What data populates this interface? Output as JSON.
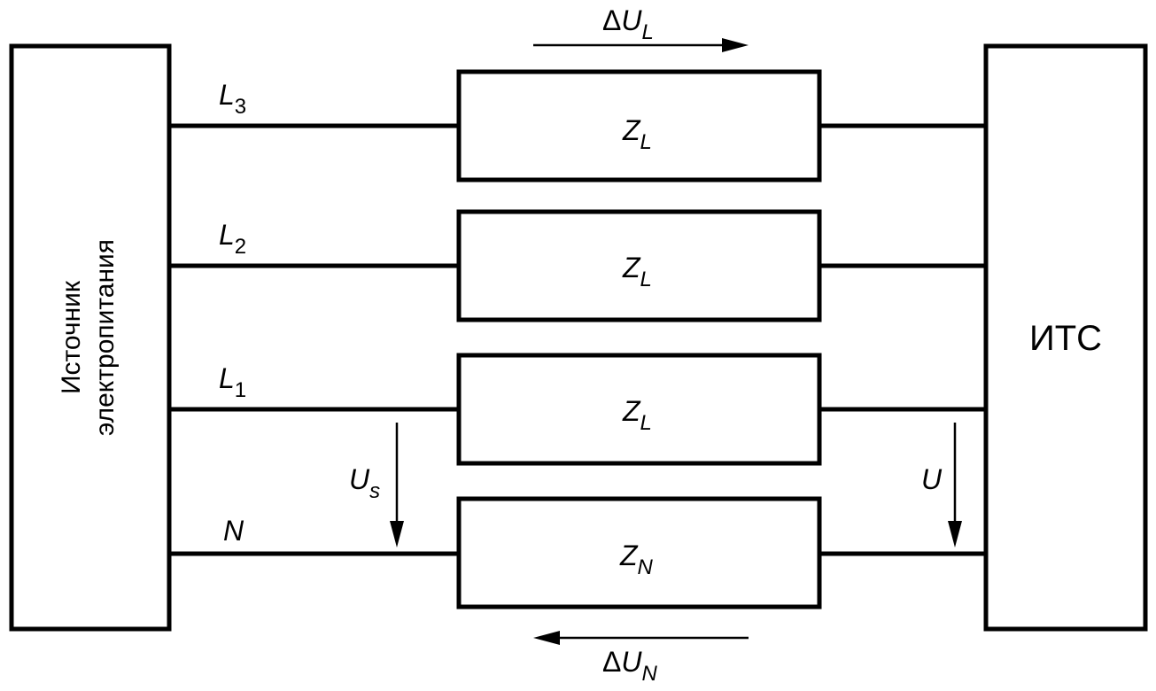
{
  "source_block": {
    "line1": "Источник",
    "line2": "электропитания"
  },
  "load_block": {
    "label": "ИТС"
  },
  "conductors": [
    {
      "symbol": "L",
      "index": "3",
      "impedance": "Z",
      "impedance_sub": "L"
    },
    {
      "symbol": "L",
      "index": "2",
      "impedance": "Z",
      "impedance_sub": "L"
    },
    {
      "symbol": "L",
      "index": "1",
      "impedance": "Z",
      "impedance_sub": "L"
    },
    {
      "symbol": "N",
      "index": "",
      "impedance": "Z",
      "impedance_sub": "N"
    }
  ],
  "voltages": {
    "delta_l": {
      "delta": "Δ",
      "symbol": "U",
      "sub": "L"
    },
    "delta_n": {
      "delta": "Δ",
      "symbol": "U",
      "sub": "N"
    },
    "source": {
      "symbol": "U",
      "sub": "s"
    },
    "load": {
      "symbol": "U",
      "sub": ""
    }
  }
}
